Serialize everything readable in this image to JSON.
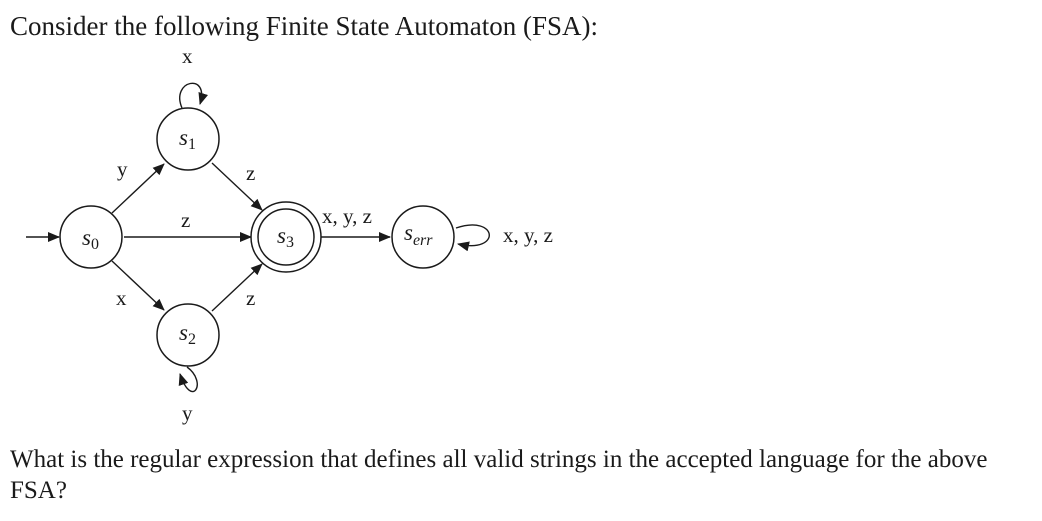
{
  "intro_text": "Consider the following Finite State Automaton (FSA):",
  "question_text": "What is the regular expression that defines all valid strings in the accepted language for the above FSA?",
  "diagram": {
    "states": {
      "s0": {
        "base": "s",
        "sub": "0",
        "accepting": false,
        "start": true
      },
      "s1": {
        "base": "s",
        "sub": "1",
        "accepting": false,
        "start": false
      },
      "s2": {
        "base": "s",
        "sub": "2",
        "accepting": false,
        "start": false
      },
      "s3": {
        "base": "s",
        "sub": "3",
        "accepting": true,
        "start": false
      },
      "serr": {
        "base": "s",
        "sub": "err",
        "accepting": false,
        "start": false
      }
    },
    "edges": {
      "s0_s1": "y",
      "s0_s3": "z",
      "s0_s2": "x",
      "s1_s1": "x",
      "s1_s3": "z",
      "s2_s2": "y",
      "s2_s3": "z",
      "s3_serr": "x, y, z",
      "serr_serr": "x, y, z"
    }
  }
}
